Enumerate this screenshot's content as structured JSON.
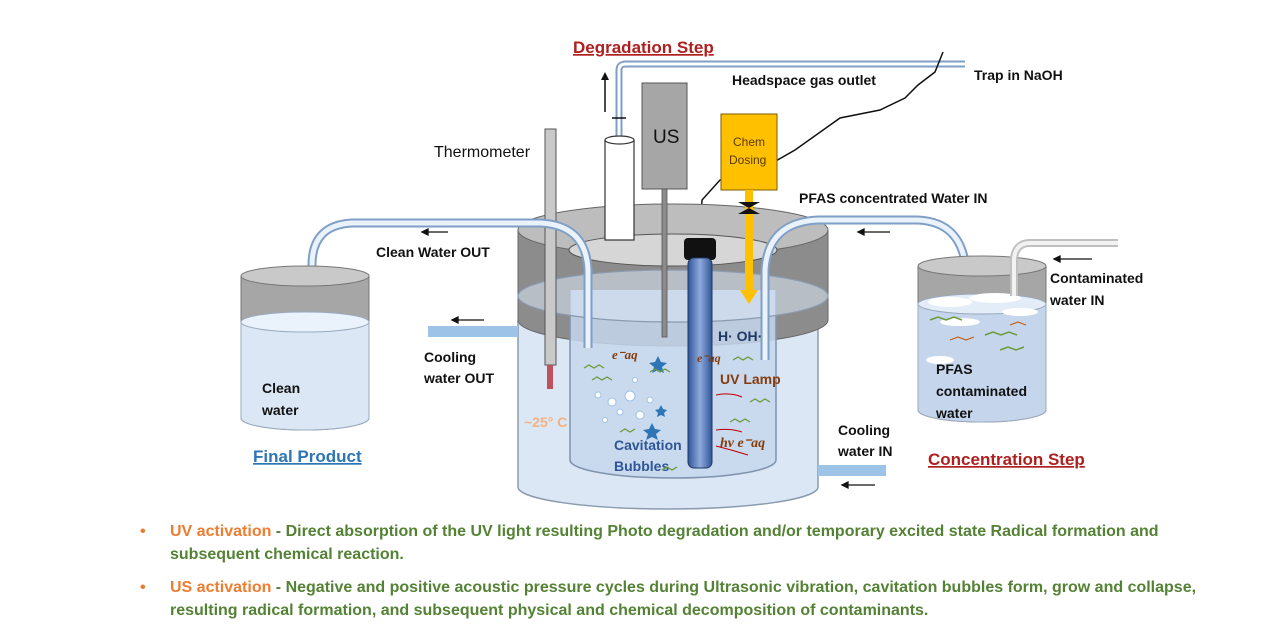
{
  "titles": {
    "degradation": "Degradation Step",
    "concentration": "Concentration Step",
    "final_product": "Final Product"
  },
  "labels": {
    "headspace": "Headspace gas outlet",
    "trap": "Trap in NaOH",
    "thermometer": "Thermometer",
    "us": "US",
    "chem_line1": "Chem",
    "chem_line2": "Dosing",
    "pfas_in": "PFAS concentrated Water IN",
    "clean_out": "Clean Water OUT",
    "contaminated_in_1": "Contaminated",
    "contaminated_in_2": "water IN",
    "cooling_out_1": "Cooling",
    "cooling_out_2": "water OUT",
    "cooling_in_1": "Cooling",
    "cooling_in_2": "water IN",
    "clean_water_1": "Clean",
    "clean_water_2": "water",
    "pfas_contam_1": "PFAS",
    "pfas_contam_2": "contaminated",
    "pfas_contam_3": "water",
    "temp": "~25° C",
    "uv_lamp": "UV Lamp",
    "radicals": "H· OH·",
    "cavitation_1": "Cavitation",
    "cavitation_2": "Bubbles",
    "eaq_left": "e⁻aq",
    "eaq_mid": "e⁻aq",
    "hv": "hv e⁻aq"
  },
  "bullets": [
    {
      "keyword": "UV activation",
      "text": " - Direct absorption of the UV light resulting  Photo degradation and/or temporary excited state Radical formation and subsequent chemical reaction."
    },
    {
      "keyword": "US activation",
      "text": " - Negative and positive acoustic pressure cycles during Ultrasonic vibration, cavitation bubbles form, grow and collapse, resulting radical formation, and subsequent physical and chemical decomposition of contaminants."
    }
  ],
  "colors": {
    "keyword": "#ed7d31",
    "bullet_text": "#548235",
    "red_title": "#b01f1f",
    "blue_title": "#2e75b6",
    "chem_box": "#ffc000"
  }
}
